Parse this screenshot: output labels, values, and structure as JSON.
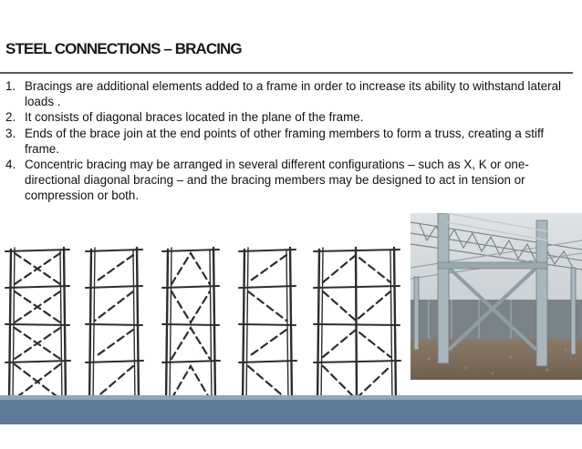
{
  "slide": {
    "title": "STEEL CONNECTIONS –  BRACING",
    "points": [
      {
        "num": "1.",
        "text": "Bracings are additional elements added to a frame in order to increase its ability to withstand lateral  loads ."
      },
      {
        "num": "2.",
        "text": "It consists of diagonal braces located in the plane of the frame."
      },
      {
        "num": "3.",
        "text": "Ends of the brace join at the end points of other framing members to form a truss, creating a stiff  frame."
      },
      {
        "num": "4.",
        "text": "Concentric bracing may be arranged in several different configurations – such as X, K or one-  directional diagonal bracing – and the bracing members may be designed to act in tension or  compression or both."
      }
    ]
  },
  "figures": {
    "sketch_icon": "bracing-configuration-sketches",
    "photo_icon": "steel-frame-bracing-photo"
  },
  "colors": {
    "footer": "#5e7c97",
    "footer_stripe": "#8fa6ba",
    "rule": "#5a5a5a"
  }
}
